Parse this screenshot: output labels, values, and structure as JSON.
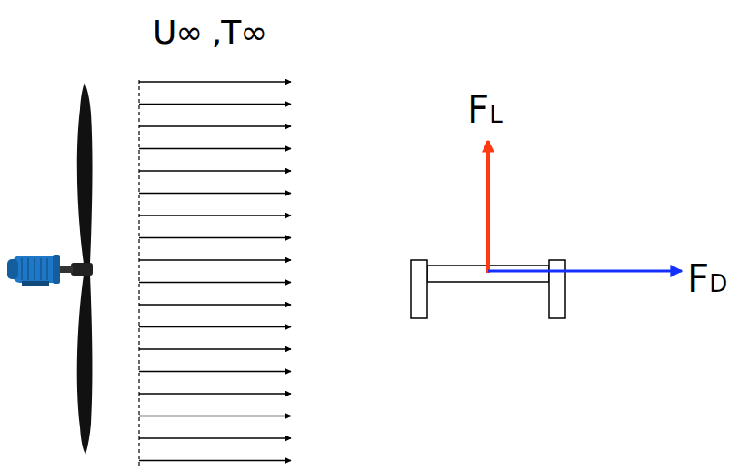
{
  "diagram": {
    "labels": [
      "U∞ ,T∞",
      "FL",
      "FD"
    ]
  }
}
